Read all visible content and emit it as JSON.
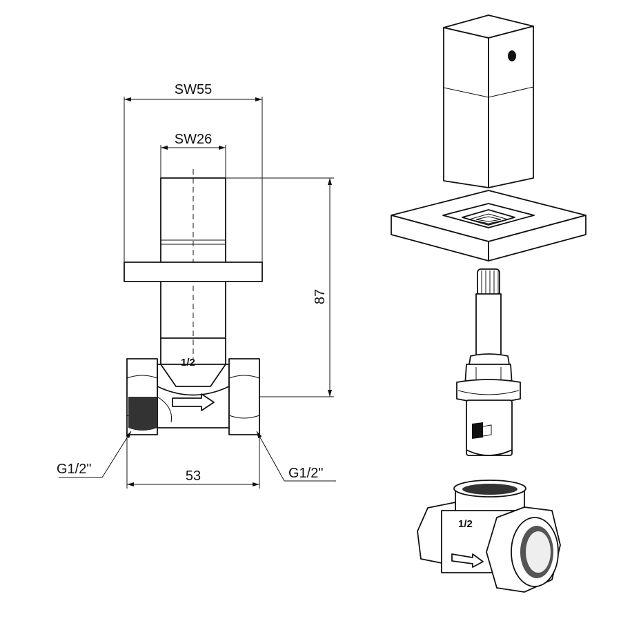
{
  "dimensions": {
    "hex_width": "SW55",
    "stem_width": "SW26",
    "height": "87",
    "body_length": "53",
    "thread_left": "G1/2\"",
    "thread_right": "G1/2\""
  },
  "body_marking": "1/2",
  "exploded_marking": "1/2",
  "colors": {
    "line": "#111111",
    "background": "#ffffff"
  }
}
